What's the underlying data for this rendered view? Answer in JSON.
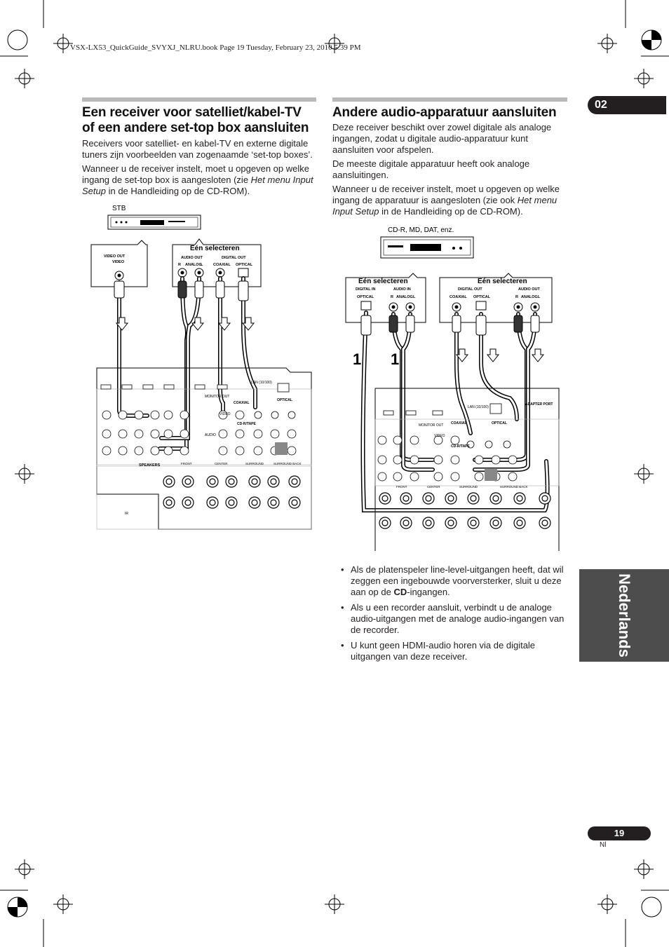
{
  "header_line": "VSX-LX53_QuickGuide_SVYXJ_NLRU.book  Page 19  Tuesday, February 23, 2010  5:39 PM",
  "chapter_number": "02",
  "language_tab": "Nederlands",
  "page_number": "19",
  "page_lang": "Nl",
  "left": {
    "title": "Een receiver voor satelliet/kabel-TV of een andere set-top box aansluiten",
    "para1": "Receivers voor satelliet- en kabel-TV en externe digitale tuners zijn voorbeelden van zogenaamde ‘set-top boxes’.",
    "para2_a": "Wanneer u de receiver instelt, moet u opgeven op welke ingang de set-top box is aangesloten (zie ",
    "para2_i": "Het menu Input Setup",
    "para2_b": " in de Handleiding op de CD-ROM).",
    "diagram": {
      "device_label": "STB",
      "select_one": "Eén selecteren",
      "video_out": "VIDEO OUT",
      "video": "VIDEO",
      "audio_out": "AUDIO OUT",
      "digital_out": "DIGITAL OUT",
      "r": "R",
      "analog": "ANALOG",
      "l": "L",
      "coaxial": "COAXIAL",
      "optical": "OPTICAL"
    }
  },
  "right": {
    "title": "Andere audio-apparatuur aansluiten",
    "para1": "Deze receiver beschikt over zowel digitale als analoge ingangen, zodat u digitale audio-apparatuur kunt aansluiten voor afspelen.",
    "para2": "De meeste digitale apparatuur heeft ook analoge aansluitingen.",
    "para3_a": "Wanneer u de receiver instelt, moet u opgeven op welke ingang de apparatuur is aangesloten (zie ook ",
    "para3_i": "Het menu Input Setup",
    "para3_b": " in de Handleiding op de CD-ROM).",
    "diagram": {
      "device_label": "CD-R, MD, DAT, enz.",
      "select_one_a": "Eén selecteren",
      "select_one_b": "Eén selecteren",
      "digital_in": "DIGITAL IN",
      "audio_in": "AUDIO IN",
      "digital_out": "DIGITAL OUT",
      "audio_out": "AUDIO OUT",
      "optical": "OPTICAL",
      "coaxial": "COAXIAL",
      "r": "R",
      "analog": "ANALOG",
      "l": "L",
      "marker": "1"
    },
    "bullets": [
      {
        "text_a": "Als de platenspeler line-level-uitgangen heeft, dat wil zeggen een ingebouwde voorversterker, sluit u deze aan op de ",
        "bold": "CD",
        "text_b": "-ingangen."
      },
      {
        "text_a": "Als u een recorder aansluit, verbindt u de analoge audio-uitgangen met de analoge audio-ingangen van de recorder.",
        "bold": "",
        "text_b": ""
      },
      {
        "text_a": "U kunt geen HDMI-audio horen via de digitale uitgangen van deze receiver.",
        "bold": "",
        "text_b": ""
      }
    ]
  },
  "panel_labels": {
    "coaxial": "COAXIAL",
    "optical": "OPTICAL",
    "cd_r_tape": "CD-R/TAPE",
    "video": "VIDEO",
    "audio": "AUDIO",
    "speakers": "SPEAKERS",
    "front": "FRONT",
    "center": "CENTER",
    "surround": "SURROUND",
    "surround_back": "SURROUND BACK",
    "lan": "LAN (10/100)",
    "adapter_port": "ADAPTER PORT",
    "monitor_out": "MONITOR OUT",
    "ir": "IR"
  }
}
